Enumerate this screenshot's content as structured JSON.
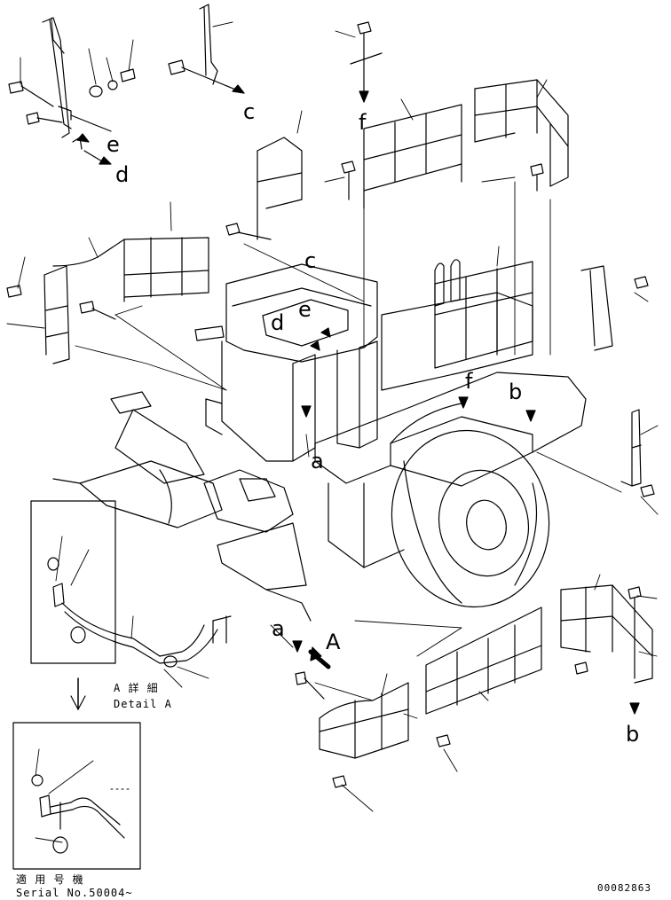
{
  "callouts": {
    "a_main": "a",
    "a_detail": "a",
    "b_frame": "b",
    "b_bottom": "b",
    "c_top": "c",
    "c_mid": "c",
    "d_top": "d",
    "d_cab": "d",
    "e_top": "e",
    "e_cab": "e",
    "f_top": "f",
    "f_frame": "f",
    "A_view": "A"
  },
  "detail": {
    "jp": "A 詳 細",
    "en": "Detail A"
  },
  "applicability": {
    "jp": "適 用 号 機",
    "serial": "Serial No.50004~"
  },
  "drawing_number": "00082863"
}
